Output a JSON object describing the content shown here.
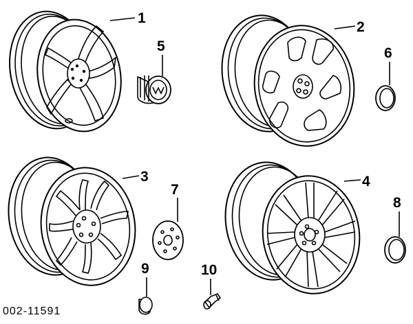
{
  "diagram": {
    "document_id": "002-11591",
    "parts": [
      {
        "number": "1",
        "depicts": "wheel-5-spoke"
      },
      {
        "number": "2",
        "depicts": "wheel-5-hole"
      },
      {
        "number": "3",
        "depicts": "wheel-split-spoke"
      },
      {
        "number": "4",
        "depicts": "wheel-multi-spoke"
      },
      {
        "number": "5",
        "depicts": "center-cap-with-emblem"
      },
      {
        "number": "6",
        "depicts": "center-cap-round"
      },
      {
        "number": "7",
        "depicts": "center-cap-vented"
      },
      {
        "number": "8",
        "depicts": "center-cap-round"
      },
      {
        "number": "9",
        "depicts": "lug-nut-icon"
      },
      {
        "number": "10",
        "depicts": "valve-stem-icon"
      }
    ]
  }
}
